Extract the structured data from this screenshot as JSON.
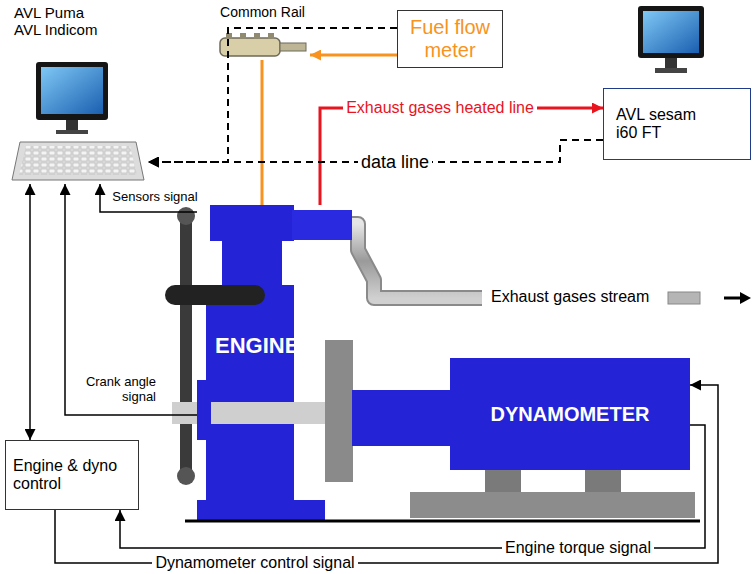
{
  "diagram": {
    "nodes": [
      {
        "text": [
          "AVL Puma AVL Indicom"
        ]
      },
      {
        "text": [
          "Common Rail"
        ]
      },
      {
        "text": [
          "Fuel flow meter"
        ]
      },
      {
        "text": [
          "AVL sesam i60 FT"
        ]
      },
      {
        "text": [
          "ENGINE"
        ]
      },
      {
        "text": [
          "DYNAMOMETER"
        ]
      },
      {
        "text": [
          "Engine & dyno control"
        ]
      }
    ],
    "edges": [
      {
        "from": 2,
        "to": 1,
        "arrow": "to"
      },
      {
        "from": 1,
        "to": 4,
        "arrow": "none"
      },
      {
        "from": 4,
        "to": 3,
        "label": "Exhaust gases heated line",
        "arrow": "to"
      },
      {
        "from": 3,
        "to": 0,
        "label": "data line",
        "arrow": "to"
      },
      {
        "from": 2,
        "to": 0,
        "arrow": "to"
      },
      {
        "from": 4,
        "to": 0,
        "label": "Sensors signal",
        "arrow": "to"
      },
      {
        "from": 4,
        "to": 0,
        "label": "Crank angle signal",
        "arrow": "to"
      },
      {
        "from": 0,
        "to": 6,
        "arrow": "both"
      },
      {
        "from": 5,
        "to": 6,
        "label": "Engine torque signal",
        "arrow": "to"
      },
      {
        "from": 6,
        "to": 5,
        "label": "Dynamometer control signal",
        "arrow": "to"
      }
    ],
    "labels": [
      "Exhaust gases stream"
    ]
  }
}
